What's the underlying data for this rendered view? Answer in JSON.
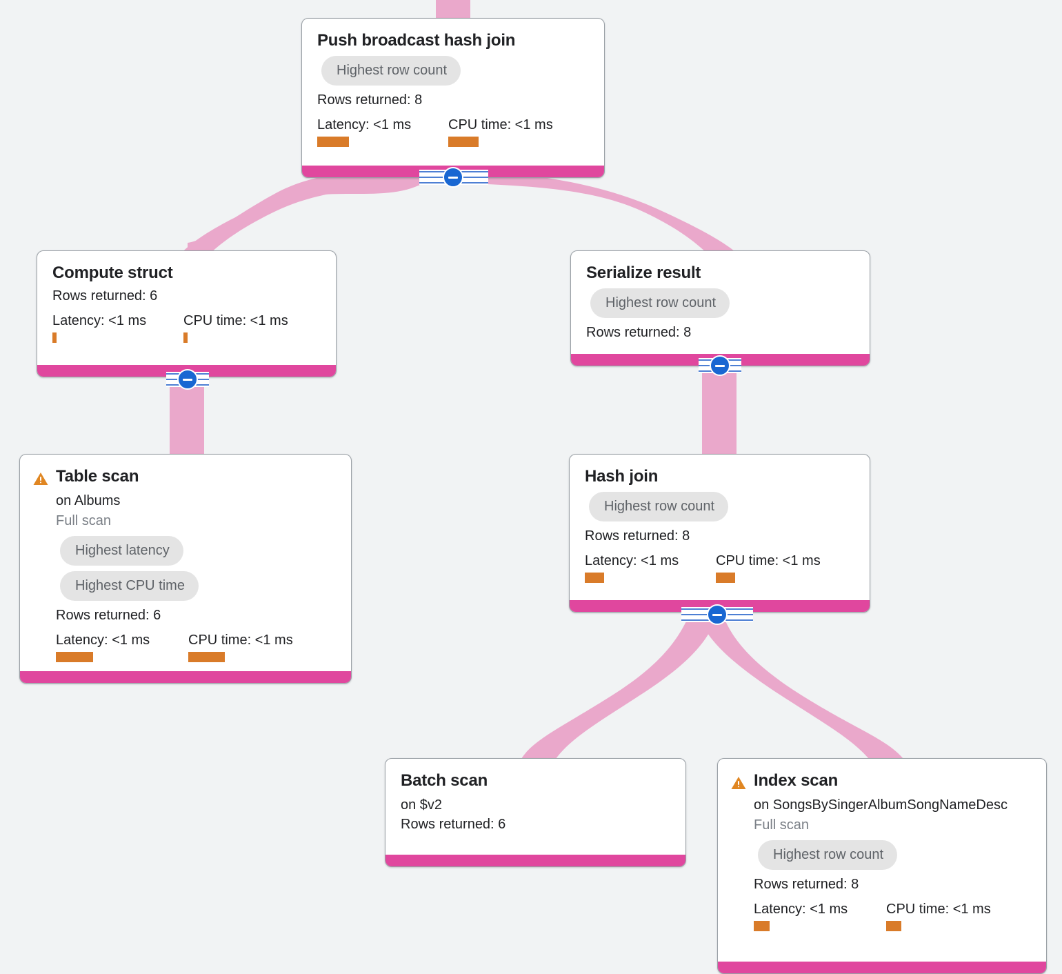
{
  "diagram": {
    "type": "query-execution-plan",
    "background_color": "#f1f3f4",
    "accent_bar_color": "#e0479e",
    "edge_color": "#eaa8cb",
    "metric_bar_color": "#d97b29",
    "chip_bg_color": "#e4e4e4",
    "collapse_button_color": "#1967d2"
  },
  "labels": {
    "rows_prefix": "Rows returned:",
    "latency_prefix": "Latency:",
    "cpu_prefix": "CPU time:",
    "on_prefix": "on",
    "collapse_icon": "minus-circle-icon",
    "warning_icon": "warning-triangle-icon"
  },
  "nodes": [
    {
      "id": "push-broadcast-hash-join",
      "title": "Push broadcast hash join",
      "warning": false,
      "subtitle": null,
      "scan_note": null,
      "chips": [
        "Highest row count"
      ],
      "rows_returned": "Rows returned: 8",
      "latency": "Latency: <1 ms",
      "cpu_time": "CPU time: <1 ms",
      "latency_bar_width": 46,
      "cpu_bar_width": 44,
      "has_collapse": true
    },
    {
      "id": "compute-struct",
      "title": "Compute struct",
      "warning": false,
      "subtitle": null,
      "scan_note": null,
      "chips": [],
      "rows_returned": "Rows returned: 6",
      "latency": "Latency: <1 ms",
      "cpu_time": "CPU time: <1 ms",
      "latency_bar_width": 6,
      "cpu_bar_width": 6,
      "has_collapse": true
    },
    {
      "id": "serialize-result",
      "title": "Serialize result",
      "warning": false,
      "subtitle": null,
      "scan_note": null,
      "chips": [
        "Highest row count"
      ],
      "rows_returned": "Rows returned: 8",
      "latency": null,
      "cpu_time": null,
      "latency_bar_width": 0,
      "cpu_bar_width": 0,
      "has_collapse": true
    },
    {
      "id": "table-scan",
      "title": "Table scan",
      "warning": true,
      "subtitle": "on Albums",
      "scan_note": "Full scan",
      "chips": [
        "Highest latency",
        "Highest CPU time"
      ],
      "rows_returned": "Rows returned: 6",
      "latency": "Latency: <1 ms",
      "cpu_time": "CPU time: <1 ms",
      "latency_bar_width": 54,
      "cpu_bar_width": 53,
      "has_collapse": false
    },
    {
      "id": "hash-join",
      "title": "Hash join",
      "warning": false,
      "subtitle": null,
      "scan_note": null,
      "chips": [
        "Highest row count"
      ],
      "rows_returned": "Rows returned: 8",
      "latency": "Latency: <1 ms",
      "cpu_time": "CPU time: <1 ms",
      "latency_bar_width": 28,
      "cpu_bar_width": 28,
      "has_collapse": true
    },
    {
      "id": "batch-scan",
      "title": "Batch scan",
      "warning": false,
      "subtitle": "on $v2",
      "scan_note": null,
      "chips": [],
      "rows_returned": "Rows returned: 6",
      "latency": null,
      "cpu_time": null,
      "latency_bar_width": 0,
      "cpu_bar_width": 0,
      "has_collapse": false
    },
    {
      "id": "index-scan",
      "title": "Index scan",
      "warning": true,
      "subtitle": "on SongsBySingerAlbumSongNameDesc",
      "scan_note": "Full scan",
      "chips": [
        "Highest row count"
      ],
      "rows_returned": "Rows returned: 8",
      "latency": "Latency: <1 ms",
      "cpu_time": "CPU time: <1 ms",
      "latency_bar_width": 23,
      "cpu_bar_width": 22,
      "has_collapse": false
    }
  ]
}
